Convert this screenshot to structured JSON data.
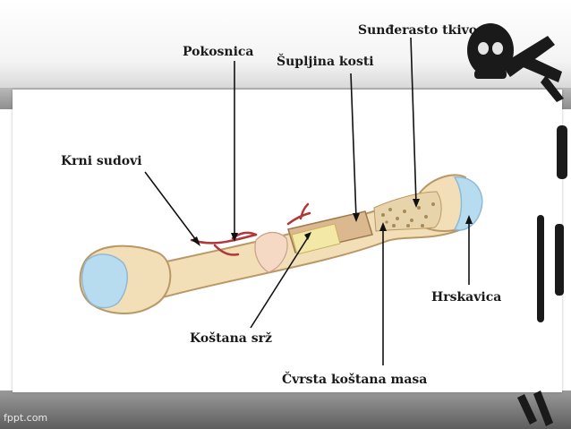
{
  "labels": {
    "spongy_tissue": "Sunđerasto tkivo",
    "periosteum": "Pokosnica",
    "marrow_cavity": "Šupljina kosti",
    "blood_vessels": "Krni sudovi",
    "cartilage": "Hrskavica",
    "bone_marrow": "Koštana srž",
    "compact_bone": "Čvrsta koštana masa"
  },
  "footer": {
    "brand": "fppt.com"
  },
  "colors": {
    "bone": "#f2dfb8",
    "bone_outline": "#b99866",
    "cartilage": "#b8dcef",
    "marrow": "#f4e8a6",
    "vessel": "#b0373a",
    "leader": "#111111"
  }
}
